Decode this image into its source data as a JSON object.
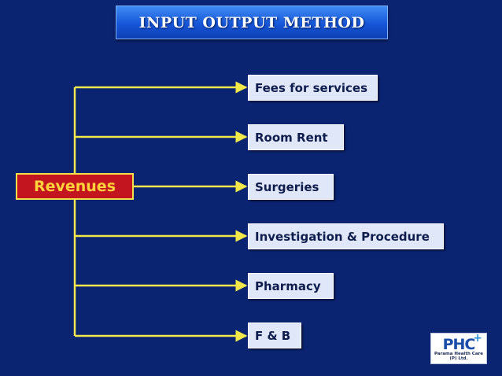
{
  "title": "INPUT OUTPUT METHOD",
  "root": {
    "label": "Revenues"
  },
  "items": [
    {
      "label": "Fees for services"
    },
    {
      "label": "Room Rent"
    },
    {
      "label": "Surgeries"
    },
    {
      "label": "Investigation & Procedure"
    },
    {
      "label": "Pharmacy"
    },
    {
      "label": "F & B"
    }
  ],
  "logo": {
    "mark": "PHC",
    "plus": "+",
    "name": "Parama Health Care (P) Ltd."
  },
  "colors": {
    "background": "#0b2472",
    "connector": "#f2e84a",
    "root_fill": "#c3151f",
    "root_text": "#ffd23a",
    "leaf_fill": "#dfe7f8"
  }
}
